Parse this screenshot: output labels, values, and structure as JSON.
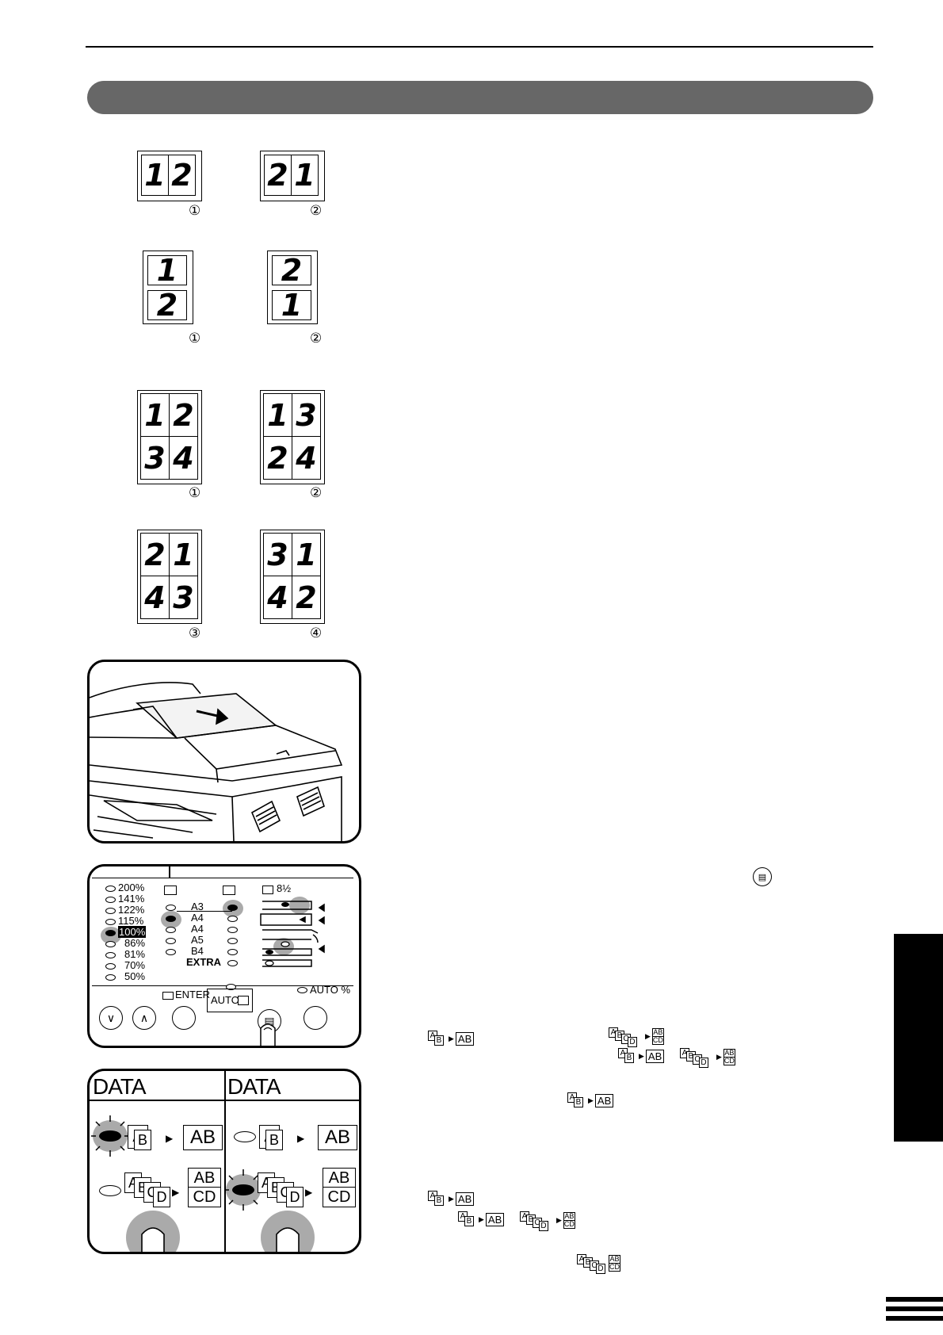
{
  "layouts": {
    "two_up_horizontal": [
      {
        "cells": [
          "1",
          "2"
        ],
        "marker": "①"
      },
      {
        "cells": [
          "2",
          "1"
        ],
        "marker": "②"
      }
    ],
    "two_up_vertical": [
      {
        "cells": [
          "1",
          "2"
        ],
        "marker": "①"
      },
      {
        "cells": [
          "2",
          "1"
        ],
        "marker": "②"
      }
    ],
    "four_up_row1": [
      {
        "cells": [
          "1",
          "2",
          "3",
          "4"
        ],
        "marker": "①"
      },
      {
        "cells": [
          "1",
          "3",
          "2",
          "4"
        ],
        "marker": "②"
      }
    ],
    "four_up_row2": [
      {
        "cells": [
          "2",
          "1",
          "4",
          "3"
        ],
        "marker": "③"
      },
      {
        "cells": [
          "3",
          "1",
          "4",
          "2"
        ],
        "marker": "④"
      }
    ]
  },
  "control_panel": {
    "ratios": [
      "200%",
      "141%",
      "122%",
      "115%",
      "100%",
      "86%",
      "81%",
      "70%",
      "50%"
    ],
    "selected_ratio": "100%",
    "paper_sizes": [
      "A3",
      "A4",
      "A4",
      "A5",
      "B4",
      "EXTRA"
    ],
    "enter_label": "ENTER",
    "auto_label": "AUTO",
    "auto_percent_label": "AUTO %",
    "tray_icon_text": "8½"
  },
  "data_panel": {
    "left_title": "DATA",
    "right_title": "DATA",
    "ab_label": "AB",
    "ab_top": "AB",
    "cd_bottom": "CD",
    "stack_letters": [
      "A",
      "B",
      "C",
      "D"
    ]
  },
  "inline_icons": {
    "two_in_one": "AB",
    "four_in_one_top": "AB",
    "four_in_one_bottom": "CD"
  },
  "colors": {
    "header_bar": "#676767",
    "indicator_glow": "#aaaaaa",
    "ink": "#000000"
  }
}
